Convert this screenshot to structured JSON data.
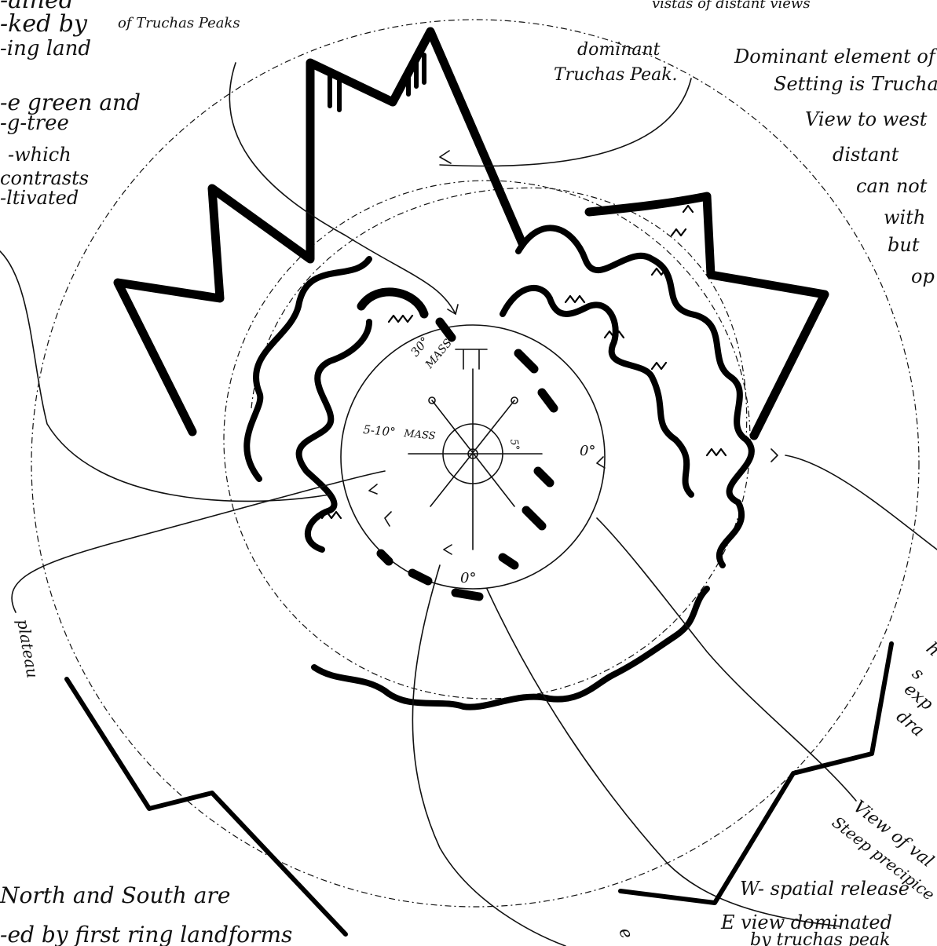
{
  "notes": {
    "top_left_1": "-ained",
    "top_left_2": "-ked by",
    "top_left_3": "-ing land",
    "top_left_4": "-e green and",
    "top_left_5": "-g-tree",
    "top_left_6": "-which",
    "top_left_7": "contrasts",
    "top_left_8": "-ltivated",
    "top_small": "of Truchas Peaks",
    "top_right_cut": "vistas of distant views",
    "dominant_1": "dominant",
    "dominant_2": "Truchas Peak.",
    "right_1": "Dominant element of",
    "right_2": "Setting is Truchas",
    "right_3": "View to west",
    "right_4": "distant",
    "right_5": "can not",
    "right_6": "with",
    "right_7": "but",
    "right_8": "op",
    "left_vertical_1": "plateau",
    "bottom_left_1": "North and South are",
    "bottom_left_2": "-ed by first ring landforms",
    "view_of_valley": "View of val",
    "steep_precipice": "Steep precipice",
    "w_spatial": "W- spatial release",
    "e_view": "E view dominated",
    "e_view_2": "by truchas peak",
    "bottom_cut": "e",
    "right_side_1": "s",
    "right_side_2": "exp",
    "right_side_3": "dra",
    "right_side_4": "h"
  },
  "center_marks": {
    "deg_30": "30°",
    "mass": "MASS",
    "deg_5_10": "5-10°",
    "mass_2": "MASS",
    "deg_0_right": "0°",
    "deg_0_bottom": "0°",
    "deg_5_right": "5°"
  }
}
